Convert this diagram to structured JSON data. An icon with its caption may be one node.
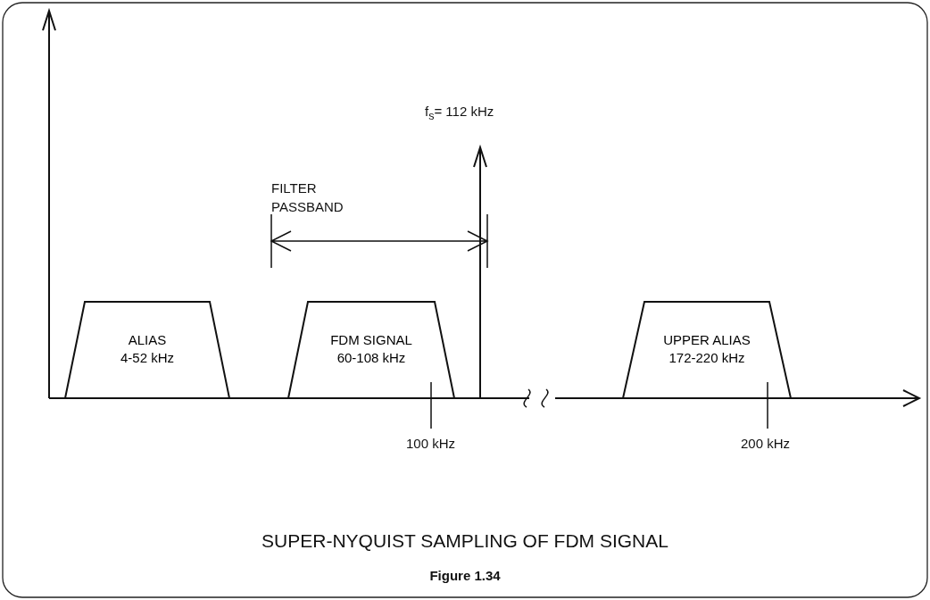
{
  "diagram": {
    "title": "SUPER-NYQUIST SAMPLING OF FDM SIGNAL",
    "caption": "Figure 1.34",
    "nodes": [
      {
        "text": [
          "ALIAS",
          "4-52 kHz"
        ]
      },
      {
        "text": [
          "FDM SIGNAL",
          "60-108 kHz"
        ]
      },
      {
        "text": [
          "UPPER ALIAS",
          "172-220 kHz"
        ]
      }
    ],
    "edges": [],
    "labels": [
      "f$_{s}$= 112 kHz",
      "FILTER PASSBAND",
      "100 kHz",
      "200 kHz"
    ]
  }
}
